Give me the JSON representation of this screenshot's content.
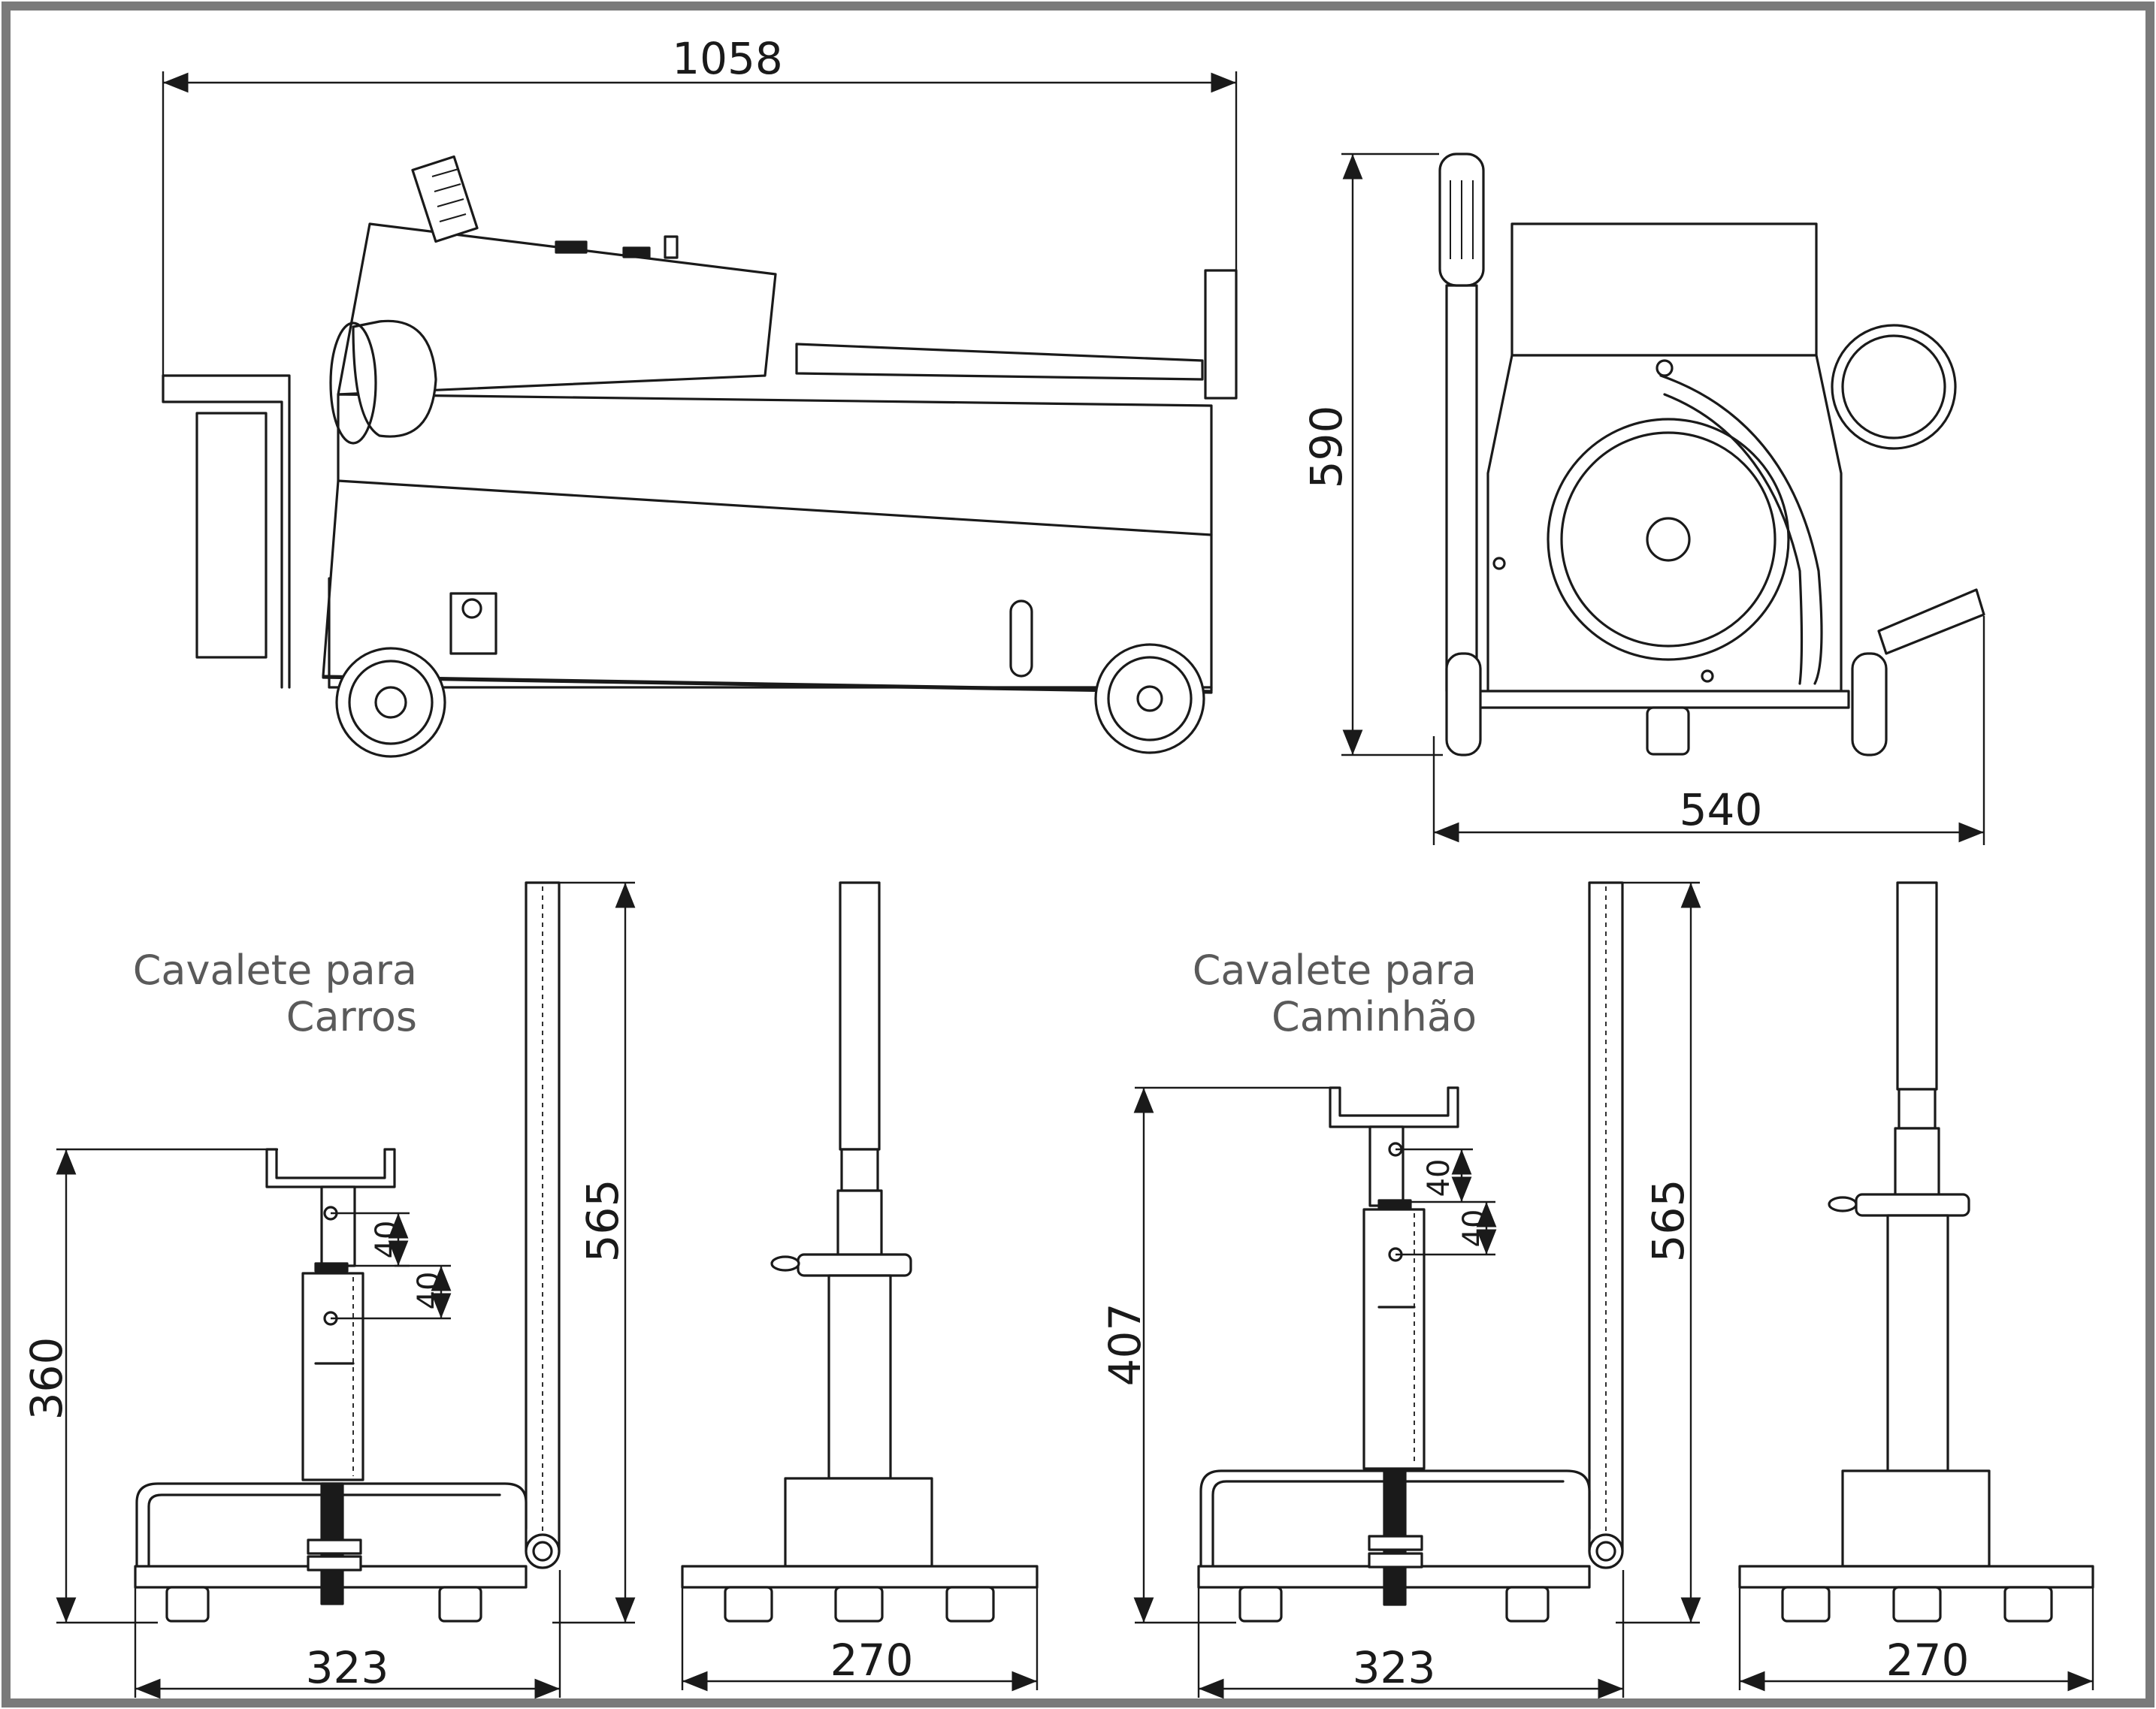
{
  "dimensions": {
    "machine_length": "1058",
    "machine_height": "590",
    "machine_width": "540",
    "car_stand_height": "360",
    "car_stand_step_1": "40",
    "car_stand_step_2": "40",
    "car_stand_handle": "565",
    "car_stand_base_width": "323",
    "car_stand_front_width": "270",
    "truck_stand_height": "407",
    "truck_stand_step_1": "40",
    "truck_stand_step_2": "40",
    "truck_stand_handle": "565",
    "truck_stand_base_width": "323",
    "truck_stand_front_width": "270"
  },
  "captions": {
    "car_stand_line1": "Cavalete para",
    "car_stand_line2": "Carros",
    "truck_stand_line1": "Cavalete para",
    "truck_stand_line2": "Caminhão"
  }
}
